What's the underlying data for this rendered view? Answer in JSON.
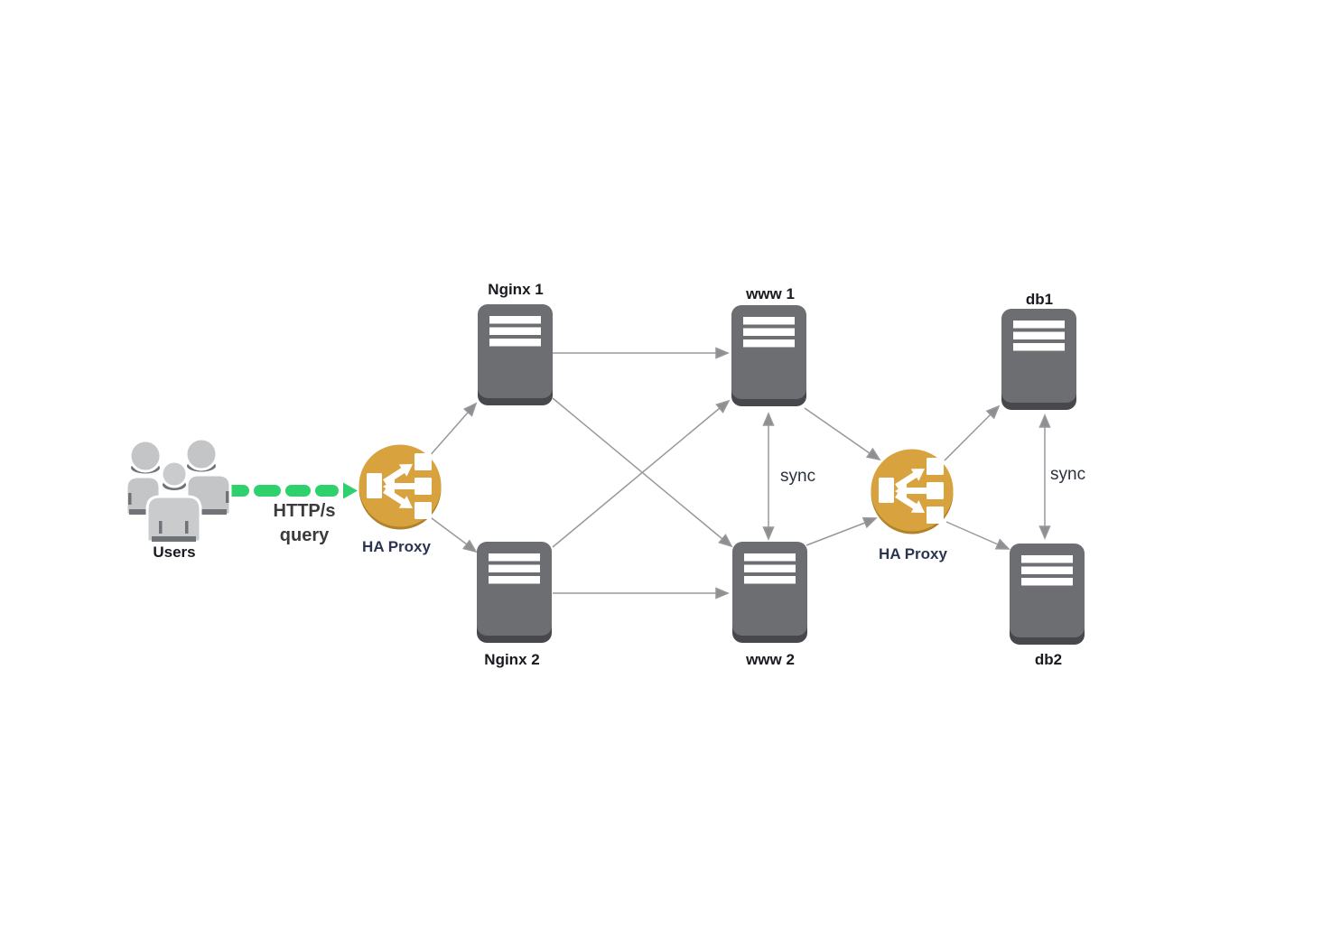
{
  "diagram": {
    "nodes": {
      "users": {
        "label": "Users",
        "type": "user-group"
      },
      "haproxy1": {
        "label": "HA Proxy",
        "type": "load-balancer"
      },
      "nginx1": {
        "label": "Nginx 1",
        "type": "server"
      },
      "nginx2": {
        "label": "Nginx 2",
        "type": "server"
      },
      "www1": {
        "label": "www 1",
        "type": "server"
      },
      "www2": {
        "label": "www 2",
        "type": "server"
      },
      "haproxy2": {
        "label": "HA Proxy",
        "type": "load-balancer"
      },
      "db1": {
        "label": "db1",
        "type": "server"
      },
      "db2": {
        "label": "db2",
        "type": "server"
      }
    },
    "edge_labels": {
      "http_line1": "HTTP/s",
      "http_line2": "query",
      "sync_www": "sync",
      "sync_db": "sync"
    },
    "edges": [
      {
        "from": "users",
        "to": "haproxy1",
        "label": "HTTP/s query",
        "style": "green-dashed",
        "direction": "forward"
      },
      {
        "from": "haproxy1",
        "to": "nginx1",
        "style": "gray-solid",
        "direction": "forward"
      },
      {
        "from": "haproxy1",
        "to": "nginx2",
        "style": "gray-solid",
        "direction": "forward"
      },
      {
        "from": "nginx1",
        "to": "www1",
        "style": "gray-solid",
        "direction": "forward"
      },
      {
        "from": "nginx1",
        "to": "www2",
        "style": "gray-solid",
        "direction": "forward"
      },
      {
        "from": "nginx2",
        "to": "www1",
        "style": "gray-solid",
        "direction": "forward"
      },
      {
        "from": "nginx2",
        "to": "www2",
        "style": "gray-solid",
        "direction": "forward"
      },
      {
        "from": "www1",
        "to": "haproxy2",
        "style": "gray-solid",
        "direction": "forward"
      },
      {
        "from": "www2",
        "to": "haproxy2",
        "style": "gray-solid",
        "direction": "forward"
      },
      {
        "from": "haproxy2",
        "to": "db1",
        "style": "gray-solid",
        "direction": "forward"
      },
      {
        "from": "haproxy2",
        "to": "db2",
        "style": "gray-solid",
        "direction": "forward"
      },
      {
        "from": "www1",
        "to": "www2",
        "label": "sync",
        "style": "gray-solid",
        "direction": "both"
      },
      {
        "from": "db1",
        "to": "db2",
        "label": "sync",
        "style": "gray-solid",
        "direction": "both"
      }
    ],
    "colors": {
      "background": "#ffffff",
      "server_gray": "#6d6e71",
      "server_base": "#47484b",
      "proxy_gold": "#d8a23e",
      "proxy_gold_dark": "#b2822a",
      "green_arrow": "#2fd16c",
      "connector_gray": "#97989a",
      "arrowhead_gray": "#8e8f92",
      "label_dark": "#19191f",
      "label_navy": "#2b3550"
    }
  }
}
